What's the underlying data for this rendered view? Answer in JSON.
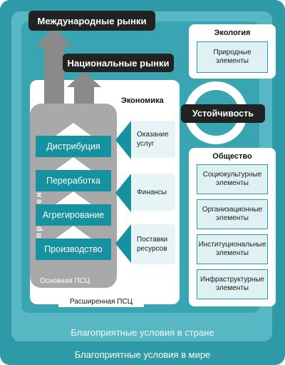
{
  "labels": {
    "international_markets": "Международные рынки",
    "national_markets": "Национальные рынки",
    "economy": "Экономика",
    "ecology": "Экология",
    "natural_elements": "Природные элементы",
    "sustainability": "Устойчивость",
    "society": "Общество",
    "society_items": [
      "Социокультурные элементы",
      "Организационные элементы",
      "Институциональные элементы",
      "Инфраструктурные элементы"
    ],
    "chain_stages": [
      "Дистрибуция",
      "Переработка",
      "Агрегирование",
      "Производство"
    ],
    "services": [
      "Оказание услуг",
      "Финансы",
      "Поставки ресурсов"
    ],
    "management": "Управление",
    "core_chain": "Основная ПСЦ",
    "extended_chain": "Расширенная ПСЦ",
    "country_conditions": "Благоприятные условия в стране",
    "world_conditions": "Благоприятные условия в мире"
  },
  "colors": {
    "world_bg": "#2e9aa8",
    "country_bg": "#57b7c3",
    "teal_box": "#16919f",
    "light_box": "#dff1f3",
    "dark_pill": "#222222",
    "core_gray": "#a9a9a9",
    "arrow_gray": "#8a8a8a"
  }
}
